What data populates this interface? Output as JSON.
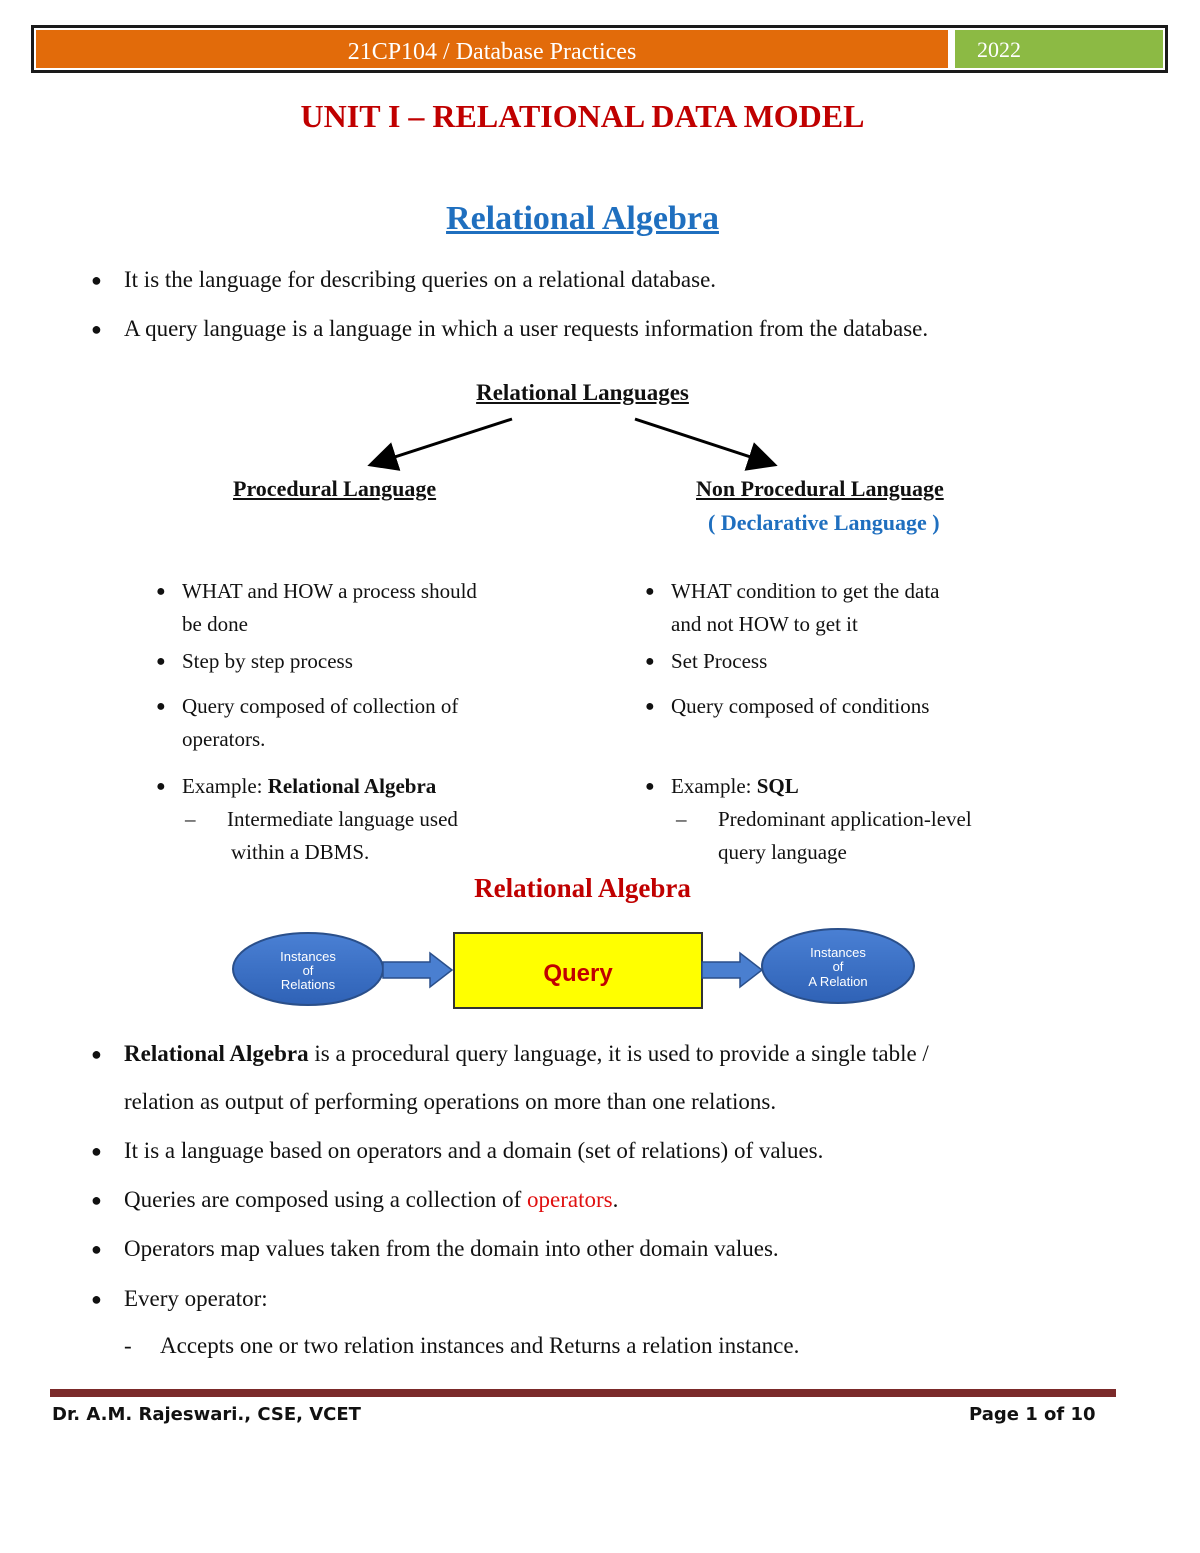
{
  "header": {
    "course": "21CP104 / Database Practices",
    "year": "2022"
  },
  "unit_title": "UNIT I – RELATIONAL DATA MODEL",
  "section1": {
    "title": "Relational Algebra",
    "bullets": [
      "It is the language for describing queries on a relational database.",
      "A query language is a language in which a user requests information from the database."
    ]
  },
  "languages": {
    "title": "Relational Languages",
    "procedural": {
      "title": "Procedural Language",
      "items": [
        "WHAT and HOW a process should",
        "be done",
        "Step by step process",
        "Query composed of collection of",
        "operators.",
        "Example: ",
        "Relational Algebra"
      ],
      "sub_items": [
        "Intermediate language used",
        "within a DBMS."
      ]
    },
    "non_procedural": {
      "title": "Non  Procedural Language",
      "subtitle": "( Declarative Language )",
      "items": [
        "WHAT condition to get the data",
        "and not HOW to get it",
        "Set Process",
        "Query composed of conditions",
        "Example: ",
        "SQL"
      ],
      "sub_items": [
        "Predominant application-level",
        "query language"
      ]
    }
  },
  "section2": {
    "title": "Relational Algebra",
    "flow": {
      "input": [
        "Instances",
        "of",
        "Relations"
      ],
      "process": "Query",
      "output": [
        "Instances",
        "of",
        "A Relation"
      ]
    },
    "bullets": {
      "b1_bold": "Relational Algebra",
      "b1_rest": " is a procedural query language, it is used to provide a single table /",
      "b1_line2": "relation as output of performing operations on more than one relations.",
      "b2": "It is a language based on operators and a domain (set of relations) of values.",
      "b3_pre": "Queries are composed using a collection of ",
      "b3_red": "operators",
      "b3_post": ".",
      "b4": "Operators map values taken from the domain into other domain values.",
      "b5": "Every operator:",
      "b5_sub": "Accepts one or two relation instances and Returns a relation instance."
    }
  },
  "footer": {
    "author": "Dr. A.M. Rajeswari., CSE, VCET",
    "page": "Page 1 of 10"
  },
  "colors": {
    "header_orange": "#e26b0a",
    "header_green": "#8cba44",
    "title_red": "#c00000",
    "title_blue": "#1f6fbf",
    "query_box": "#ffff00",
    "ellipse_blue": "#3a6fc4"
  }
}
